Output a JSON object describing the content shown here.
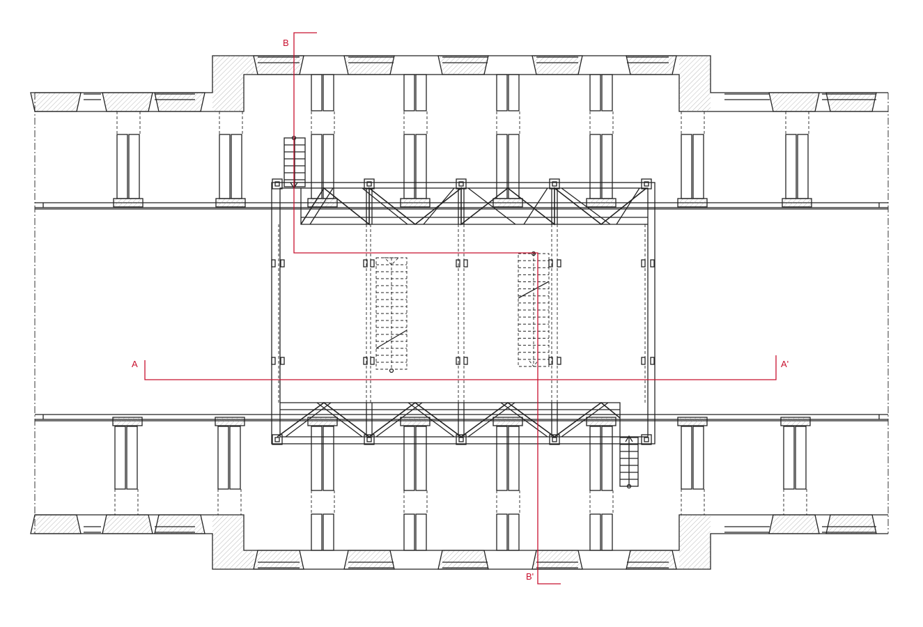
{
  "colors": {
    "background": "#ffffff",
    "line": "#222222",
    "section_line": "#c8102e"
  },
  "section_marks": {
    "A": "A",
    "A_prime": "A'",
    "B": "B",
    "B_prime": "B'"
  }
}
